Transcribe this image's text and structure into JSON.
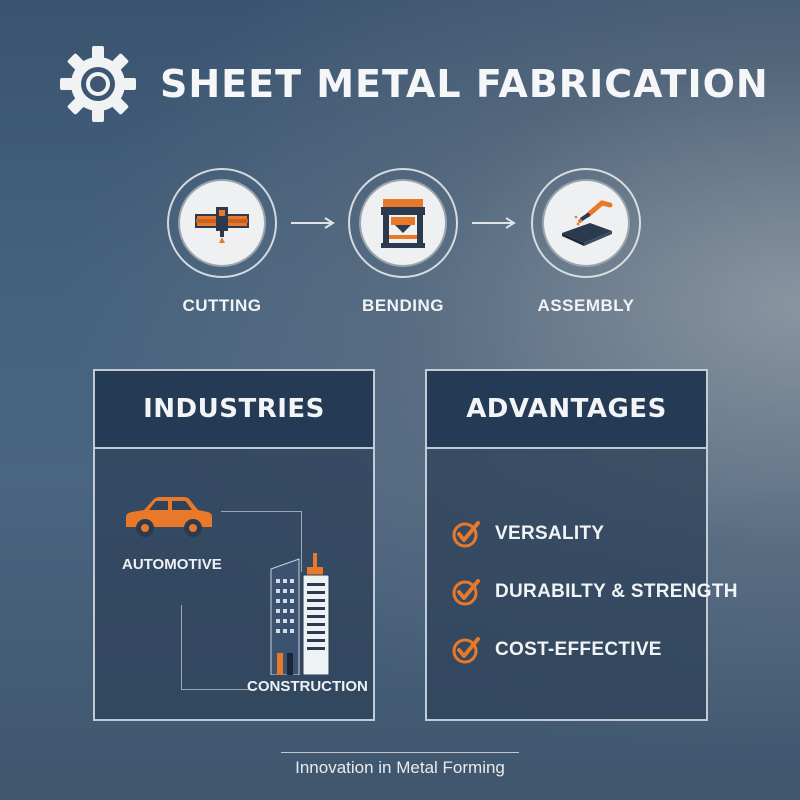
{
  "title": "SHEET METAL FABRICATION",
  "header_icon": "gear-icon",
  "steps": [
    {
      "label": "CUTTING",
      "icon": "cutting-machine-icon"
    },
    {
      "label": "BENDING",
      "icon": "press-brake-icon"
    },
    {
      "label": "ASSEMBLY",
      "icon": "welding-torch-icon"
    }
  ],
  "industries": {
    "heading": "INDUSTRIES",
    "items": [
      {
        "label": "AUTOMOTIVE",
        "icon": "car-icon"
      },
      {
        "label": "CONSTRUCTION",
        "icon": "buildings-icon"
      }
    ]
  },
  "advantages": {
    "heading": "ADVANTAGES",
    "items": [
      {
        "label": "VERSALITY",
        "icon": "check-icon"
      },
      {
        "label": "DURABILTY & STRENGTH",
        "icon": "check-icon"
      },
      {
        "label": "COST-EFFECTIVE",
        "icon": "check-icon"
      }
    ]
  },
  "footer": "Innovation in Metal Forming",
  "colors": {
    "accent": "#e8792b",
    "panel_head": "#243a55",
    "icon_dark": "#2b3a4e",
    "background": "#45617d"
  }
}
